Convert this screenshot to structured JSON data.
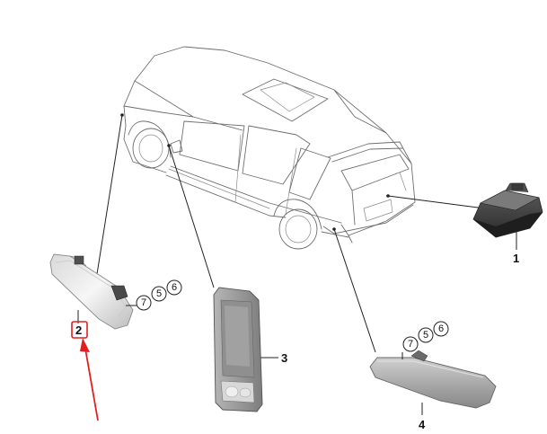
{
  "callouts": {
    "part_1": "1",
    "part_2": "2",
    "part_3": "3",
    "part_4": "4"
  },
  "ref_circles_part2": [
    "7",
    "5",
    "6"
  ],
  "ref_circles_part4": [
    "7",
    "5",
    "6"
  ],
  "colors": {
    "highlight_box": "#e02020",
    "arrow": "#e02020",
    "line_art": "#6e6e6e",
    "part_grey": "#9a9a9a"
  }
}
